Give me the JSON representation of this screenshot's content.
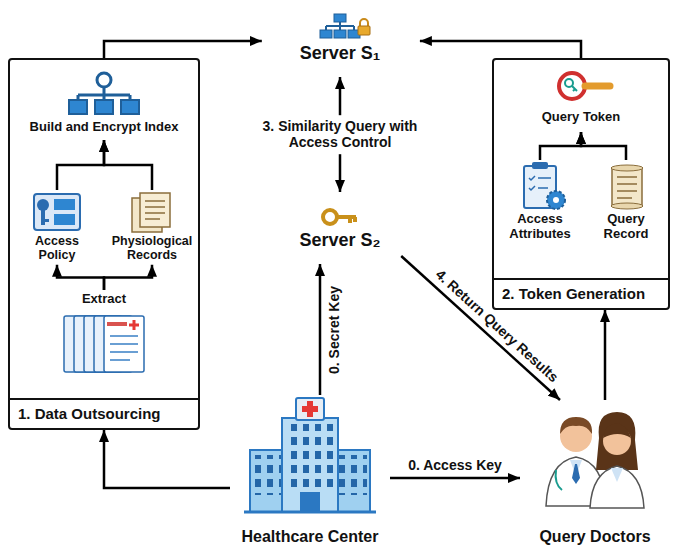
{
  "diagram": {
    "nodes": [
      {
        "text": [
          "1. Data Outsourcing"
        ]
      },
      {
        "text": [
          "Build and Encrypt Index"
        ],
        "in": 0
      },
      {
        "text": [
          "Access Policy"
        ],
        "in": 0
      },
      {
        "text": [
          "Physiological Records"
        ],
        "in": 0
      },
      {
        "text": [
          "Extract"
        ],
        "in": 0
      },
      {
        "text": [
          "Server S₁"
        ]
      },
      {
        "text": [
          "Server S₂"
        ]
      },
      {
        "text": [
          "2. Token Generation"
        ]
      },
      {
        "text": [
          "Query Token"
        ],
        "in": 7
      },
      {
        "text": [
          "Access Attributes"
        ],
        "in": 7
      },
      {
        "text": [
          "Query Record"
        ],
        "in": 7
      },
      {
        "text": [
          "Healthcare Center"
        ]
      },
      {
        "text": [
          "Query Doctors"
        ]
      }
    ],
    "edges": [
      {
        "from": 0,
        "to": 5,
        "arrow": "to"
      },
      {
        "from": 7,
        "to": 5,
        "arrow": "to"
      },
      {
        "from": 5,
        "to": 6,
        "arrow": "both",
        "label": "3. Similarity Query with Access Control"
      },
      {
        "from": 11,
        "to": 6,
        "arrow": "to",
        "label": "0. Secret Key"
      },
      {
        "from": 11,
        "to": 12,
        "arrow": "to",
        "label": "0. Access Key"
      },
      {
        "from": 6,
        "to": 12,
        "arrow": "to",
        "label": "4. Return Query Results"
      },
      {
        "from": 12,
        "to": 7,
        "arrow": "to"
      },
      {
        "from": 11,
        "to": 0,
        "arrow": "to"
      },
      {
        "from": 4,
        "to": 2,
        "arrow": "to"
      },
      {
        "from": 4,
        "to": 3,
        "arrow": "to"
      },
      {
        "from": 2,
        "to": 1,
        "arrow": "to"
      },
      {
        "from": 3,
        "to": 1,
        "arrow": "to"
      },
      {
        "from": 9,
        "to": 8,
        "arrow": "to"
      },
      {
        "from": 10,
        "to": 8,
        "arrow": "to"
      }
    ]
  }
}
